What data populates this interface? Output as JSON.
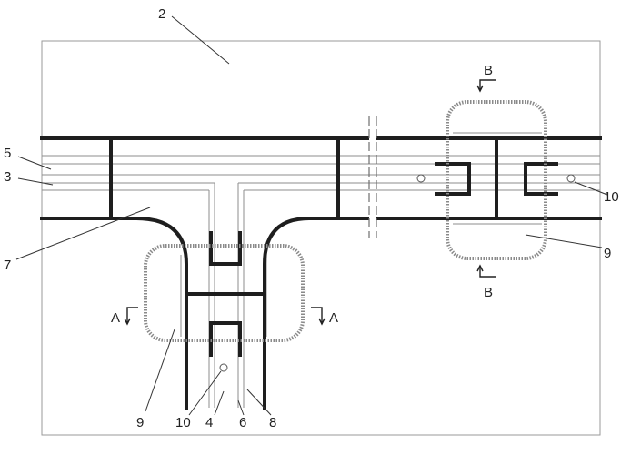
{
  "labels": {
    "l2": "2",
    "l5": "5",
    "l3": "3",
    "l7": "7",
    "l10r": "10",
    "l9r": "9",
    "l9b": "9",
    "l10b": "10",
    "l4": "4",
    "l6": "6",
    "l8": "8",
    "secA": "A",
    "secB": "B"
  }
}
